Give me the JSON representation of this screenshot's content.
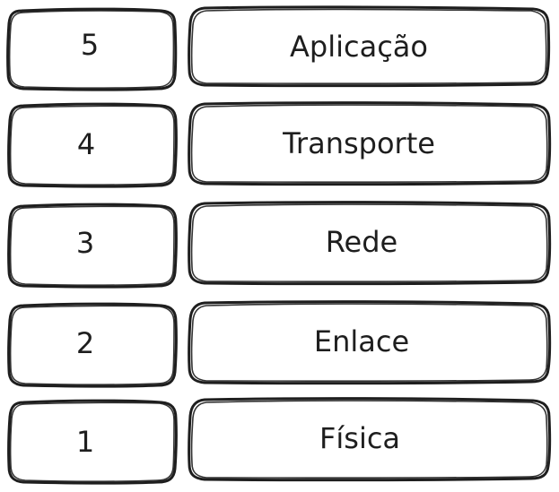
{
  "colors": {
    "stroke": "#1e1e1e",
    "fill": "#ffffff",
    "text": "#1e1e1e"
  },
  "layers": [
    {
      "number": "5",
      "name": "Aplicação"
    },
    {
      "number": "4",
      "name": "Transporte"
    },
    {
      "number": "3",
      "name": "Rede"
    },
    {
      "number": "2",
      "name": "Enlace"
    },
    {
      "number": "1",
      "name": "Física"
    }
  ]
}
